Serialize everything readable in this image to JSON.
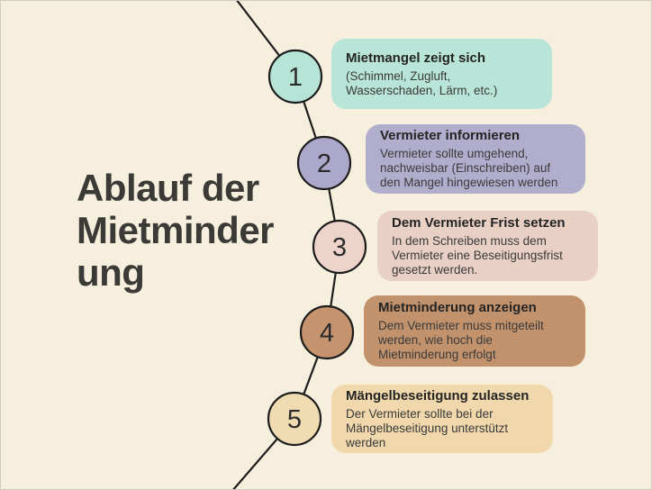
{
  "page": {
    "background_color": "#f6efde",
    "border_color": "#cfccc3",
    "title": "Ablauf der Mietminderung",
    "title_color": "#3b3a37"
  },
  "timeline": {
    "line_color": "#1c1c1c",
    "number_color": "#2b2b2b"
  },
  "steps": [
    {
      "number": "1",
      "title": "Mietmangel zeigt sich",
      "body": "(Schimmel, Zugluft, Wasserschaden, Lärm, etc.)",
      "box_color": "#b9e4d8",
      "circle_color": "#b6e4d7"
    },
    {
      "number": "2",
      "title": "Vermieter informieren",
      "body": "Vermieter sollte umgehend, nachweisbar (Einschreiben) auf den Mangel hingewiesen werden",
      "box_color": "#b1aecd",
      "circle_color": "#aba8cb"
    },
    {
      "number": "3",
      "title": "Dem Vermieter Frist setzen",
      "body": "In dem Schreiben muss dem Vermieter eine Beseitigungsfrist gesetzt werden.",
      "box_color": "#e9d0c5",
      "circle_color": "#edd3ca"
    },
    {
      "number": "4",
      "title": "Mietminderung anzeigen",
      "body": "Dem Vermieter muss mitgeteilt werden, wie hoch die Mietminderung erfolgt",
      "box_color": "#c2926c",
      "circle_color": "#c5946f"
    },
    {
      "number": "5",
      "title": "Mängelbeseitigung zulassen",
      "body": "Der Vermieter sollte bei der Mängelbeseitigung unterstützt werden",
      "box_color": "#f0d8ac",
      "circle_color": "#f1dbb1"
    }
  ]
}
